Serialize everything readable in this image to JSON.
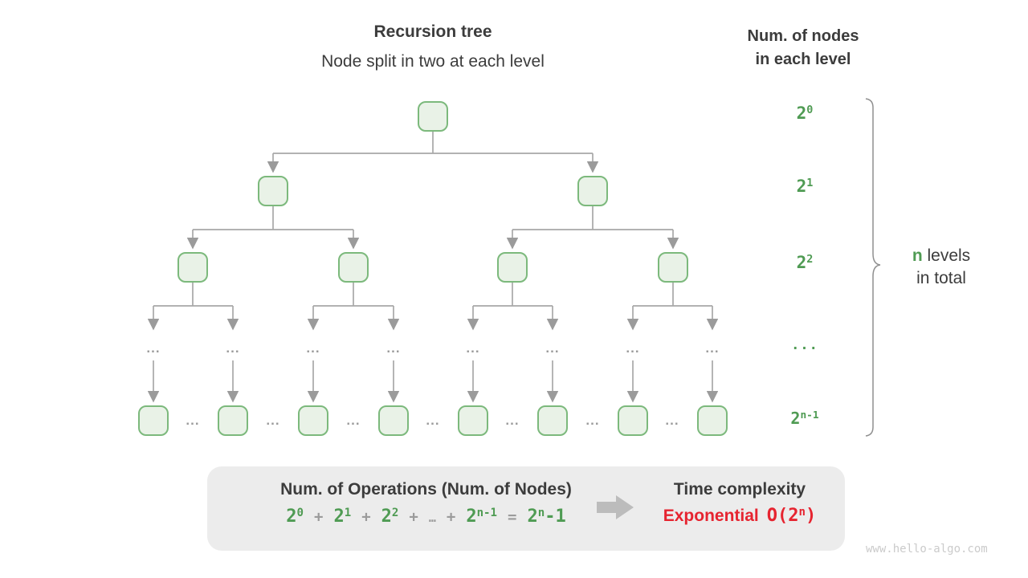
{
  "header": {
    "title": "Recursion tree",
    "subtitle": "Node split in two at each level"
  },
  "right_header": {
    "line1": "Num. of nodes",
    "line2": "in each level"
  },
  "level_labels": [
    {
      "base": "2",
      "exp": "0"
    },
    {
      "base": "2",
      "exp": "1"
    },
    {
      "base": "2",
      "exp": "2"
    },
    {
      "base": "...",
      "exp": ""
    },
    {
      "base": "2",
      "exp": "n-1"
    }
  ],
  "brace_label": {
    "n": "n",
    "line1_rest": " levels",
    "line2": "in total"
  },
  "tree": {
    "description": "binary recursion tree, node split in two at each level",
    "ellipsis": "...",
    "num_levels_shown": 5,
    "nodes_per_drawn_level": [
      1,
      2,
      4,
      8
    ]
  },
  "summary_box": {
    "title": "Num. of Operations (Num. of Nodes)",
    "formula": {
      "terms": [
        {
          "base": "2",
          "exp": "0"
        },
        {
          "base": "2",
          "exp": "1"
        },
        {
          "base": "2",
          "exp": "2"
        }
      ],
      "plus": "+",
      "ellipsis": "…",
      "last_term": {
        "base": "2",
        "exp": "n-1"
      },
      "equals": "=",
      "result": {
        "base": "2",
        "exp": "n",
        "suffix": "-1"
      }
    },
    "time_complexity": {
      "title": "Time complexity",
      "label": "Exponential",
      "big_o": {
        "prefix": "O(",
        "base": "2",
        "exp": "n",
        "suffix": ")"
      }
    }
  },
  "watermark": "www.hello-algo.com",
  "colors": {
    "node_border": "#7cb97c",
    "node_fill": "#e9f2e7",
    "green_text": "#4f9b53",
    "line_gray": "#a8a8a8",
    "gray_text": "#9b9b9b",
    "dark_text": "#3c3c3c",
    "box_background": "#ececec",
    "block_arrow": "#bcbcbc",
    "red_text": "#e62430",
    "watermark_gray": "#cbcbcb"
  }
}
